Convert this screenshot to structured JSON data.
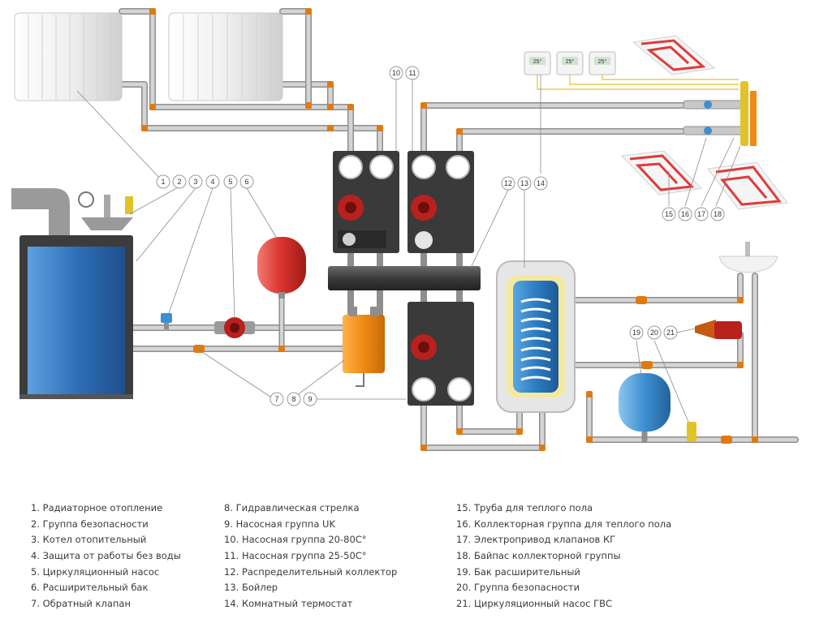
{
  "markers": [
    "1",
    "2",
    "3",
    "4",
    "5",
    "6",
    "7",
    "8",
    "9",
    "10",
    "11",
    "12",
    "13",
    "14",
    "15",
    "16",
    "17",
    "18",
    "19",
    "20",
    "21"
  ],
  "thermostats": [
    "25°",
    "25°",
    "25°"
  ],
  "legend": {
    "col1": [
      "1. Радиаторное отопление",
      "2. Группа безопасности",
      "3. Котел отопительный",
      "4. Защита от работы без воды",
      "5. Циркуляционный насос",
      "6. Расширительный бак",
      "7. Обратный клапан"
    ],
    "col2": [
      "8. Гидравлическая стрелка",
      "9. Насосная группа UK",
      "10. Насосная группа 20-80С°",
      "11. Насосная группа 25-50С°",
      "12. Распределительный коллектор",
      "13. Бойлер",
      "14. Комнатный термостат"
    ],
    "col3": [
      "15. Труба для теплого пола",
      "16. Коллекторная группа для теплого пола",
      "17. Электропривод клапанов КГ",
      "18. Байпас коллекторной группы",
      "19. Бак расширительный",
      "20. Группа безопасности",
      "21. Циркуляционный насос ГВС"
    ]
  },
  "colors": {
    "pipe": "#c8c8c8",
    "pipe_edge": "#8e8e8e",
    "fitting": "#e07a10",
    "boiler_blue": "#2f6fb8",
    "tank_red": "#d9322c",
    "tank_blue": "#3d8fd0",
    "floor_red": "#e03a3a",
    "module_dark": "#333333"
  }
}
